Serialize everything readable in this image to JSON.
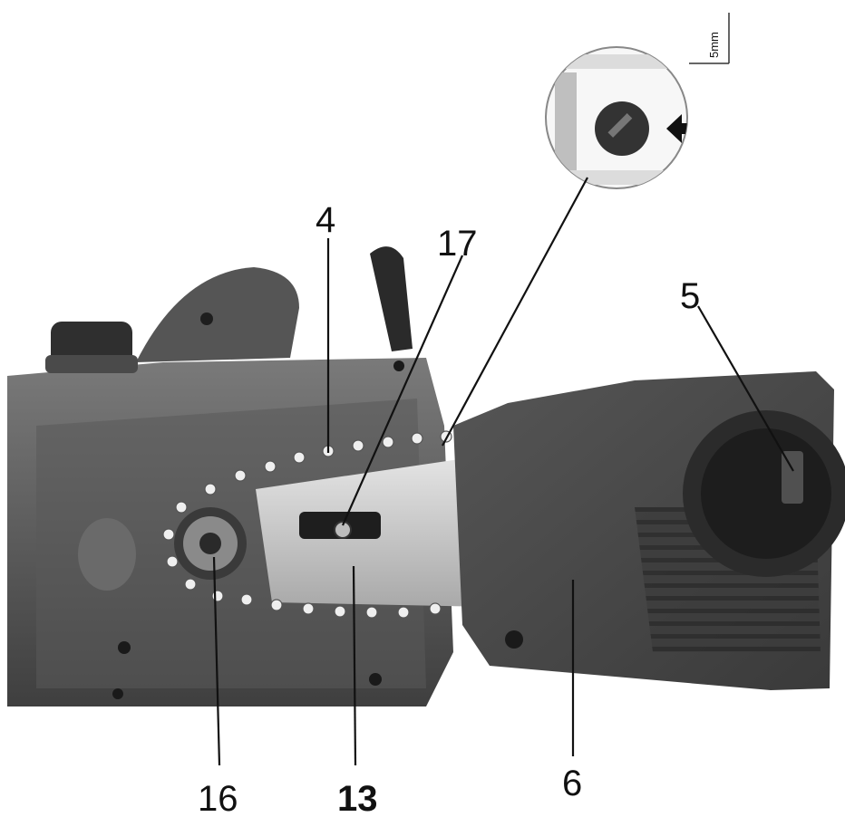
{
  "labels": {
    "part_4": "4",
    "part_17": "17",
    "part_5": "5",
    "part_16": "16",
    "part_13": "13",
    "part_6": "6"
  },
  "inset": {
    "scale_label": "5mm"
  },
  "colors": {
    "body_dark": "#4a4a4a",
    "body_mid": "#6e6e6e",
    "bar_light": "#cfcfcf",
    "chain": "#e8e8e8",
    "leader": "#111111"
  }
}
